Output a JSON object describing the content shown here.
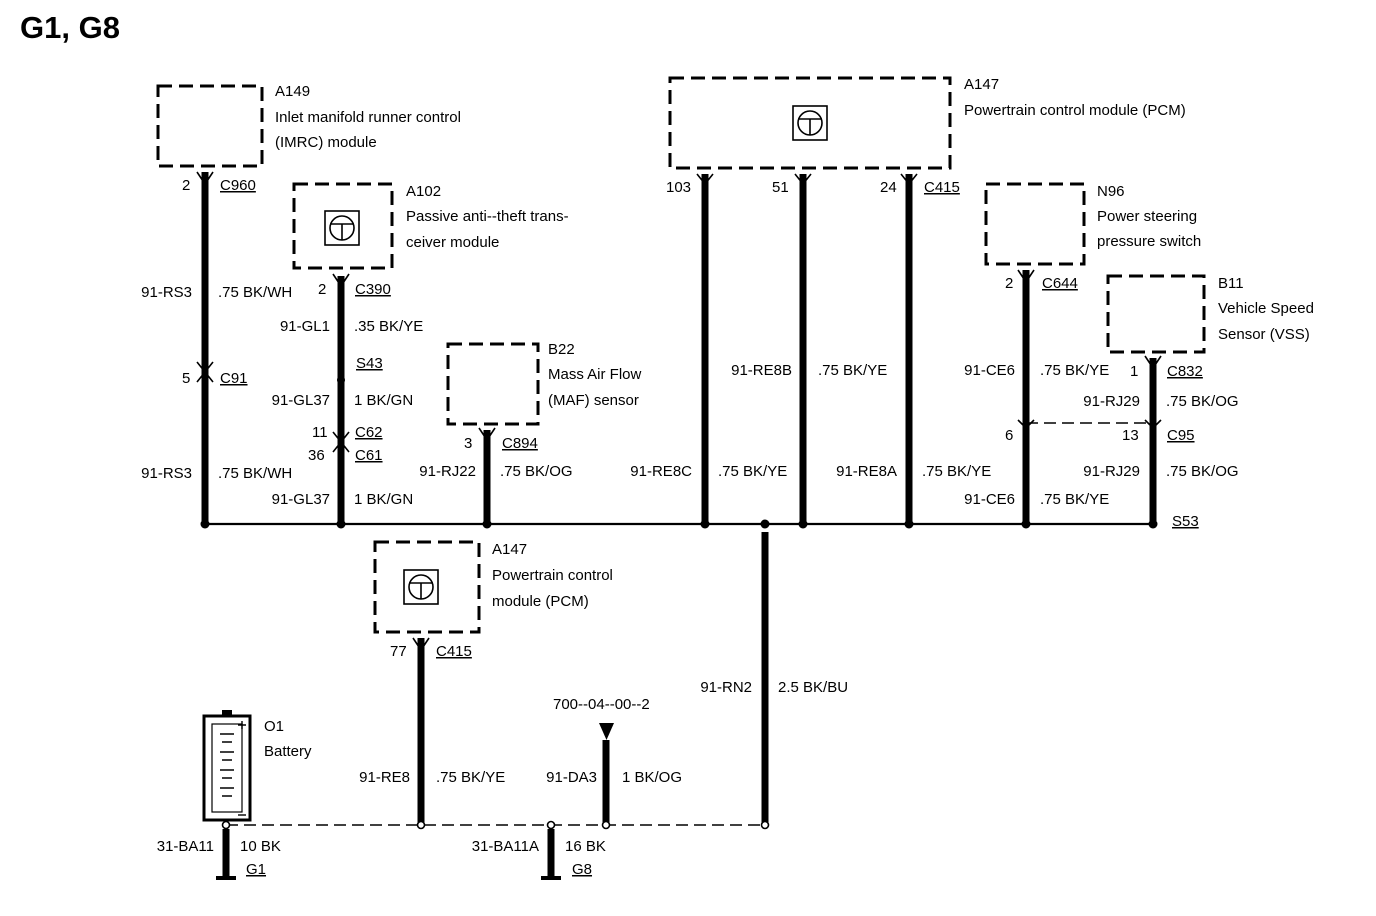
{
  "title": "G1, G8",
  "components": {
    "a149": {
      "id": "A149",
      "line1": "Inlet manifold runner control",
      "line2": "(IMRC) module"
    },
    "a102": {
      "id": "A102",
      "line1": "Passive anti--theft trans-",
      "line2": "ceiver module"
    },
    "a147_top": {
      "id": "A147",
      "line1": "Powertrain control module (PCM)"
    },
    "b22": {
      "id": "B22",
      "line1": "Mass Air Flow",
      "line2": "(MAF) sensor"
    },
    "n96": {
      "id": "N96",
      "line1": "Power steering",
      "line2": "pressure switch"
    },
    "b11": {
      "id": "B11",
      "line1": "Vehicle Speed",
      "line2": "Sensor (VSS)"
    },
    "a147_mid": {
      "id": "A147",
      "line1": "Powertrain control",
      "line2": "module (PCM)"
    },
    "o1": {
      "id": "O1",
      "line1": "Battery"
    }
  },
  "pins": {
    "p2a": "2",
    "p2b": "2",
    "p5": "5",
    "p11": "11",
    "p36": "36",
    "p3": "3",
    "p103": "103",
    "p51": "51",
    "p24": "24",
    "p2c": "2",
    "p6": "6",
    "p1": "1",
    "p13": "13",
    "p77": "77"
  },
  "connectors": {
    "c960": "C960",
    "c390": "C390",
    "s43": "S43",
    "c91": "C91",
    "c62": "C62",
    "c61": "C61",
    "c894": "C894",
    "c415_top": "C415",
    "c644": "C644",
    "c832": "C832",
    "c95": "C95",
    "s53": "S53",
    "c415_mid": "C415",
    "g1": "G1",
    "g8": "G8"
  },
  "wires": {
    "rs3_top": {
      "circuit": "91-RS3",
      "spec": ".75 BK/WH"
    },
    "rs3_bot": {
      "circuit": "91-RS3",
      "spec": ".75 BK/WH"
    },
    "gl1": {
      "circuit": "91-GL1",
      "spec": ".35 BK/YE"
    },
    "gl37_top": {
      "circuit": "91-GL37",
      "spec": "1 BK/GN"
    },
    "gl37_bot": {
      "circuit": "91-GL37",
      "spec": "1 BK/GN"
    },
    "rj22": {
      "circuit": "91-RJ22",
      "spec": ".75 BK/OG"
    },
    "re8c": {
      "circuit": "91-RE8C",
      "spec": ".75 BK/YE"
    },
    "re8b": {
      "circuit": "91-RE8B",
      "spec": ".75 BK/YE"
    },
    "re8a": {
      "circuit": "91-RE8A",
      "spec": ".75 BK/YE"
    },
    "ce6_top": {
      "circuit": "91-CE6",
      "spec": ".75 BK/YE"
    },
    "ce6_bot": {
      "circuit": "91-CE6",
      "spec": ".75 BK/YE"
    },
    "rj29_top": {
      "circuit": "91-RJ29",
      "spec": ".75 BK/OG"
    },
    "rj29_bot": {
      "circuit": "91-RJ29",
      "spec": ".75 BK/OG"
    },
    "rn2": {
      "circuit": "91-RN2",
      "spec": "2.5 BK/BU"
    },
    "re8": {
      "circuit": "91-RE8",
      "spec": ".75 BK/YE"
    },
    "da3": {
      "circuit": "91-DA3",
      "spec": "1 BK/OG"
    },
    "ba11": {
      "circuit": "31-BA11",
      "spec": "10 BK"
    },
    "ba11a": {
      "circuit": "31-BA11A",
      "spec": "16 BK"
    }
  },
  "reference": "700--04--00--2"
}
